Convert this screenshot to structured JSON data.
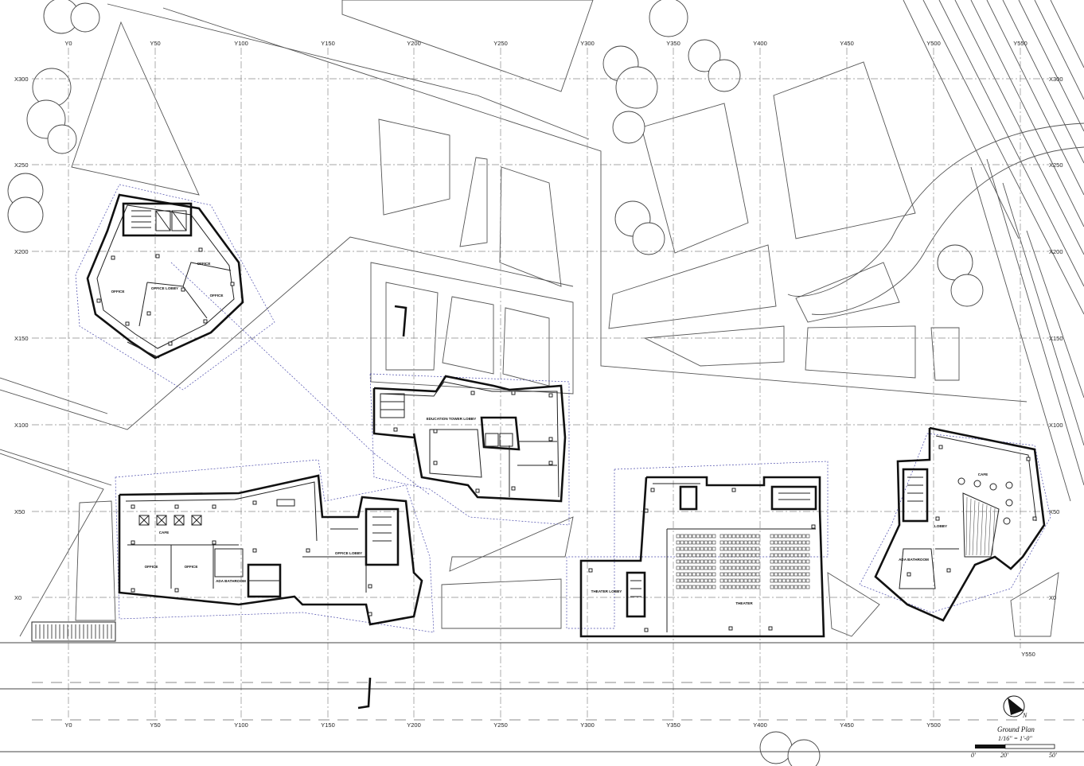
{
  "grid": {
    "y_labels": [
      "Y0",
      "Y50",
      "Y100",
      "Y150",
      "Y200",
      "Y250",
      "Y300",
      "Y350",
      "Y400",
      "Y450",
      "Y500",
      "Y550"
    ],
    "x_labels": [
      "X300",
      "X250",
      "X200",
      "X150",
      "X100",
      "X50",
      "X0"
    ],
    "bottom_y550_label": "Y550"
  },
  "rooms": {
    "office_1": "OFFICE",
    "office_2": "OFFICE",
    "office_3": "OFFICE",
    "office_lobby_top": "OFFICE LOBBY",
    "education_tower_lobby": "EDUCATION TOWER LOBBY",
    "cafe_west": "CAFE",
    "office_4": "OFFICE",
    "office_5": "OFFICE",
    "ada_bathroom_west": "ADA BATHROOM",
    "office_lobby_west": "OFFICE LOBBY",
    "theater_lobby": "THEATER LOBBY",
    "theater": "THEATER",
    "cafe_east": "CAFE",
    "lobby_east": "LOBBY",
    "ada_bathroom_east": "ADA BATHROOM"
  },
  "title_block": {
    "title": "Ground Plan",
    "scale": "1/16\" = 1'-0\"",
    "scale_marks": [
      "0'",
      "20'",
      "50'"
    ],
    "north_letter": "N"
  }
}
